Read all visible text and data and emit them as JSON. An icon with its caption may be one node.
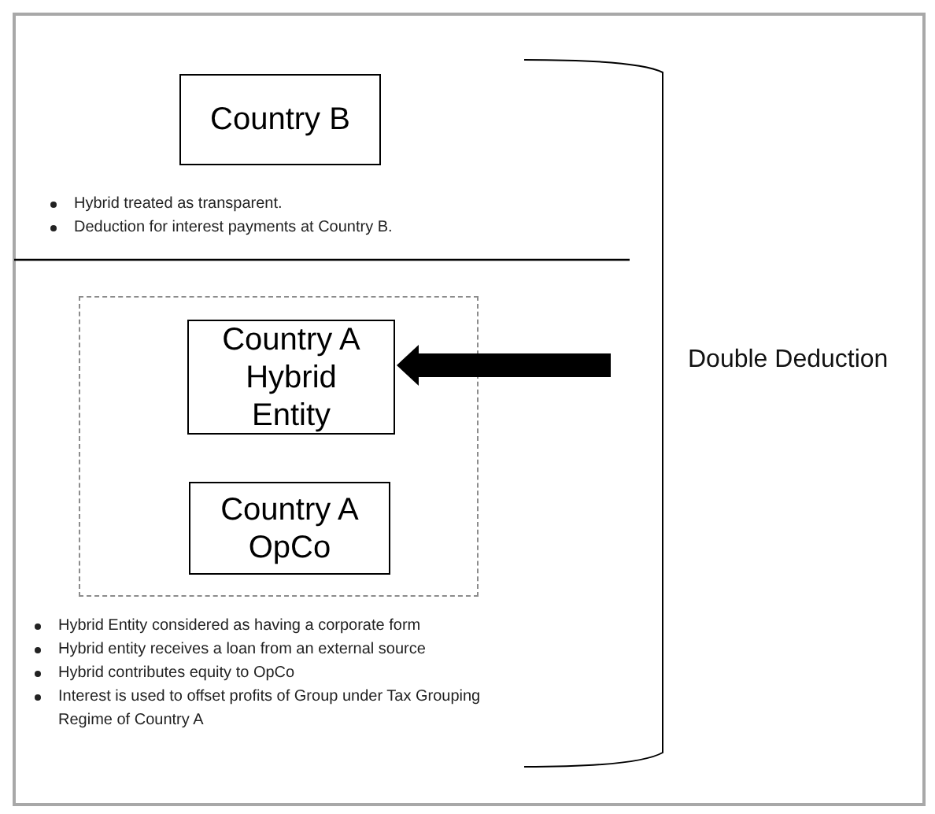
{
  "diagram": {
    "nodes": [
      {
        "text": [
          "Country B"
        ]
      },
      {
        "text": [],
        "shape": "box"
      },
      {
        "text": [
          "Country A Hybrid Entity"
        ],
        "in": 1
      },
      {
        "text": [
          "Country A OpCo"
        ],
        "in": 1
      }
    ],
    "edges": [
      {
        "from": null,
        "to": 2,
        "arrow": "to"
      }
    ],
    "labels": [
      "Hybrid treated as transparent.",
      "Deduction for interest payments at Country B.",
      "Double Deduction",
      "Hybrid Entity considered as having a corporate form",
      "Hybrid entity receives a loan from an external source",
      "Hybrid contributes equity to OpCo",
      "Interest is used to offset profits of Group under Tax Grouping Regime of Country A"
    ]
  }
}
